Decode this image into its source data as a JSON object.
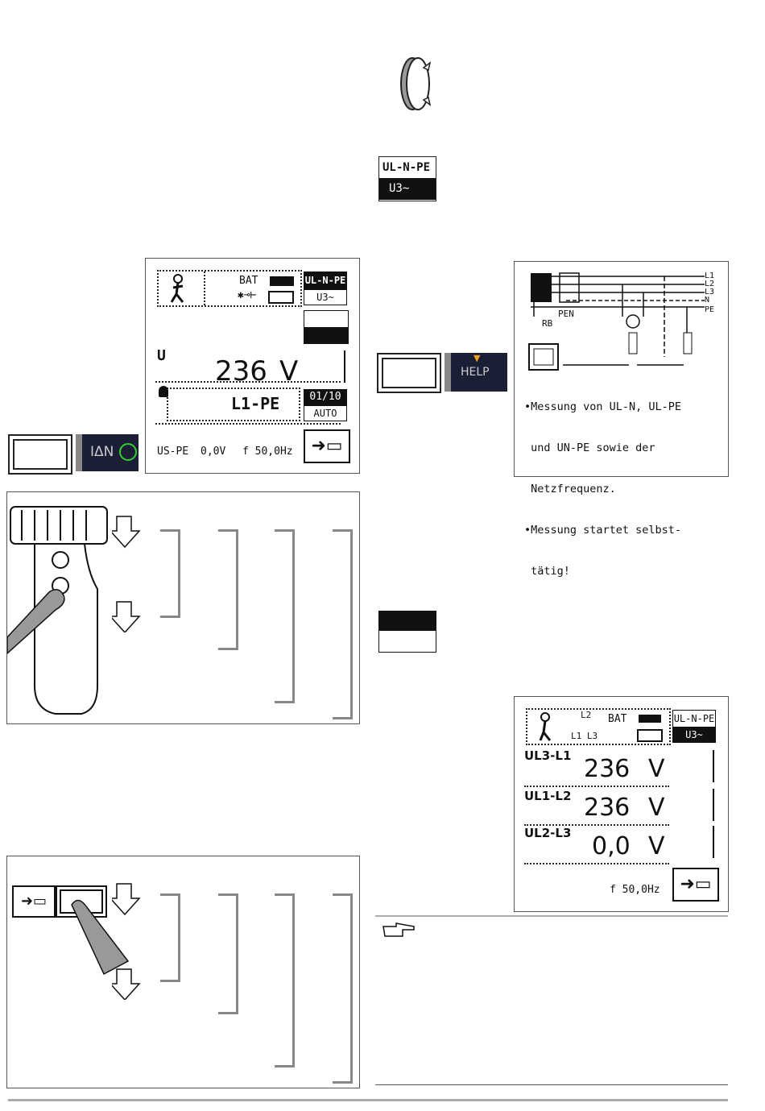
{
  "screen1": {
    "status": {
      "bat": "BAT"
    },
    "func_top": "UL-N-PE",
    "func_bottom": "U3~",
    "u_label": "U",
    "main_value": "236",
    "main_unit": "V",
    "probe_label": "L1-PE",
    "counter": "01/10",
    "auto": "AUTO",
    "footer_left": "US-PE",
    "footer_val": "0,0V",
    "footer_f": "f 50,0Hz"
  },
  "key_idn": {
    "label": "IΔN"
  },
  "key_help": {
    "label": "HELP"
  },
  "icon_func": {
    "top": "UL-N-PE",
    "bottom": "U3~"
  },
  "help_screen": {
    "diagram": {
      "lines": [
        "L1",
        "L2",
        "L3",
        "N",
        "PE"
      ],
      "pen": "PEN",
      "rb": "RB"
    },
    "text": [
      "•Messung von UL-N, UL-PE",
      " und UN-PE sowie der",
      " Netzfrequenz.",
      "•Messung startet selbst-",
      " tätig!"
    ]
  },
  "screen2": {
    "phase_labels": {
      "top": "L2",
      "bottom": "L1 L3"
    },
    "bat": "BAT",
    "func_top": "UL-N-PE",
    "func_bottom": "U3~",
    "rows": [
      {
        "label": "UL3-L1",
        "value": "236",
        "unit": "V"
      },
      {
        "label": "UL1-L2",
        "value": "236",
        "unit": "V"
      },
      {
        "label": "UL2-L3",
        "value": "0,0",
        "unit": "V"
      }
    ],
    "freq": "f 50,0Hz"
  }
}
